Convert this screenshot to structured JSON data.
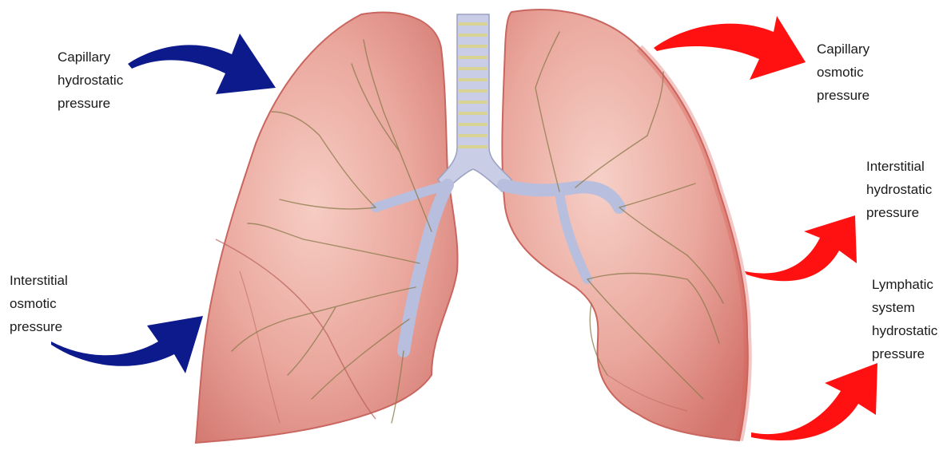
{
  "labels": {
    "capillary_hydrostatic": [
      "Capillary",
      "hydrostatic",
      "pressure"
    ],
    "interstitial_osmotic": [
      "Interstitial",
      "osmotic",
      "pressure"
    ],
    "capillary_osmotic": [
      "Capillary",
      "osmotic",
      "pressure"
    ],
    "interstitial_hydrostatic": [
      "Interstitial",
      "hydrostatic",
      "pressure"
    ],
    "lymphatic_hydrostatic": [
      "Lymphatic",
      "system",
      "hydrostatic",
      "pressure"
    ]
  },
  "colors": {
    "inward_arrow": "#0d1a8c",
    "outward_arrow": "#ff1111",
    "lung_fill": "#e8a29a",
    "lung_edge": "#c9665f",
    "airway_fill": "#c9cde6",
    "airway_ring": "#e8e2a8",
    "bronchiole": "#8a7a4a"
  },
  "icons": {
    "inward_arrow": "curved-arrow-icon",
    "outward_arrow": "curved-arrow-icon",
    "organ": "lungs-icon"
  }
}
